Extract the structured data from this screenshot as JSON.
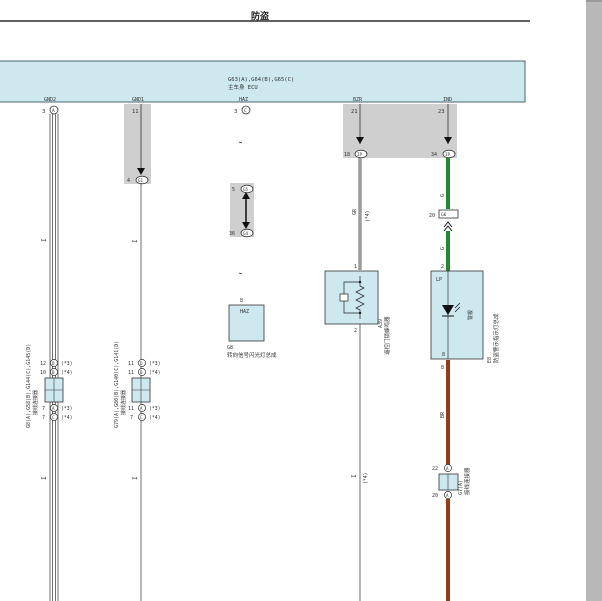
{
  "page": {
    "title": "防盗"
  },
  "ecu": {
    "line1": "G63(A),G64(B),G65(C)",
    "line2": "主车身 ECU",
    "pins": [
      {
        "name": "GND2",
        "num": "3",
        "conn": "A"
      },
      {
        "name": "GND1",
        "num": "11",
        "conn": ""
      },
      {
        "name": "HAZ",
        "num": "3",
        "conn": "C"
      },
      {
        "name": "BZR",
        "num": "21",
        "conn": ""
      },
      {
        "name": "IND",
        "num": "23",
        "conn": ""
      }
    ]
  },
  "inner": {
    "gnd1_term": {
      "num": "4",
      "conn": "G1"
    },
    "haz_top": {
      "num": "5",
      "conn": "G5"
    },
    "haz_bot": {
      "num": "36",
      "conn": "G4"
    },
    "bzr_term": {
      "num": "18",
      "conn": "IP"
    },
    "ind_term": {
      "num": "34",
      "conn": "IP"
    }
  },
  "wires": {
    "gr": "GR",
    "g": "G",
    "br": "BR",
    "opt3": "(*3)",
    "opt4": "(*4)",
    "i_mark": "I"
  },
  "connector_g6": {
    "num": "20",
    "label": "G6"
  },
  "junction_left": {
    "line1": "G8(A),G58(B),G144(C),G145(D)",
    "line2": "接线连接器",
    "pins_top": [
      {
        "num": "12",
        "conn": "D",
        "note": "(*3)"
      },
      {
        "num": "10",
        "conn": "B",
        "note": "(*4)"
      }
    ],
    "pins_bot": [
      {
        "num": "7",
        "conn": "A",
        "note": "(*3)"
      },
      {
        "num": "7",
        "conn": "C",
        "note": "(*4)"
      }
    ]
  },
  "junction_mid": {
    "line1": "G79(A),G80(B),G140(C),G141(D)",
    "line2": "接线连接器",
    "pins_top": [
      {
        "num": "11",
        "conn": "D",
        "note": "(*3)"
      },
      {
        "num": "11",
        "conn": "B",
        "note": "(*4)"
      }
    ],
    "pins_bot": [
      {
        "num": "11",
        "conn": "A",
        "note": "(*3)"
      },
      {
        "num": "7",
        "conn": "C",
        "note": "(*4)"
      }
    ]
  },
  "haz_box": {
    "pin": "8",
    "label": "HAZ",
    "id": "G8",
    "desc": "转向信号闪光灯总成"
  },
  "buzzer": {
    "pin1": "1",
    "pin2": "2",
    "id": "A39",
    "desc": "遥控门锁蜂鸣器"
  },
  "indicator": {
    "pin_top": "2",
    "pin_bot": "8",
    "lp": "LP",
    "lamp_label": "警报",
    "id": "E8",
    "desc": "防盗警示指示灯总成"
  },
  "bottom_conn": {
    "id": "G7(A)",
    "desc": "接线连接器",
    "pin_top": {
      "num": "22",
      "conn": "A"
    },
    "pin_bot": {
      "num": "20",
      "conn": "A"
    }
  },
  "colors": {
    "ecu_fill": "#cde8ef",
    "gray_zone": "#cfcfcf",
    "wire_green": "#1e8a2e",
    "wire_brown": "#9a3a12",
    "wire_gray": "#9c9c9c",
    "scrollbar": "#b8b8b8"
  }
}
